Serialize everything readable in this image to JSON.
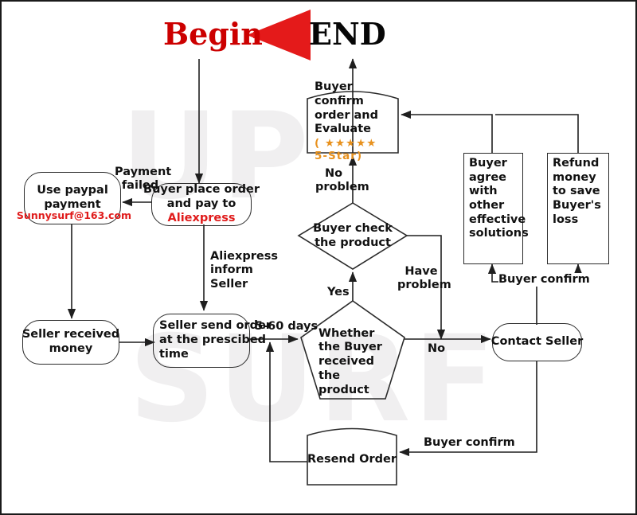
{
  "diagram": {
    "title_begin": "Begin",
    "title_end": "END",
    "watermark_top": "UP",
    "watermark_bottom": "SURF",
    "accent_red": "#e01b1b",
    "accent_orange": "#e8921f",
    "title_red": "#cc0000"
  },
  "nodes": {
    "buyer_confirm_order": {
      "line1": "Buyer confirm",
      "line2": "order and",
      "line3": "Evaluate",
      "rating": "( ★★★★★ 5-Star)",
      "shape": "arched-top"
    },
    "use_paypal": {
      "line1": "Use paypal",
      "line2": "payment",
      "email": "Sunnysurf@163.com",
      "shape": "rounded"
    },
    "buyer_place_order": {
      "line1": "Buyer place order",
      "line2": "and pay to",
      "line3": "Aliexpress",
      "shape": "rounded"
    },
    "buyer_agree": {
      "text": "Buyer agree with other effective solutions",
      "shape": "rect"
    },
    "refund_money": {
      "text": "Refund money to save Buyer's loss",
      "shape": "rect"
    },
    "buyer_check_product": {
      "line1": "Buyer check",
      "line2": "the product",
      "shape": "diamond"
    },
    "seller_received_money": {
      "line1": "Seller received",
      "line2": "money",
      "shape": "rounded"
    },
    "seller_send_order": {
      "line1": "Seller send order",
      "line2": "at the prescibed",
      "line3": "time",
      "shape": "rounded"
    },
    "whether_buyer_received": {
      "line1": "Whether",
      "line2": "the Buyer",
      "line3": "received",
      "line4": "the product",
      "shape": "pentagon"
    },
    "contact_seller": {
      "text": "Contact Seller",
      "shape": "rounded"
    },
    "resend_order": {
      "text": "Resend Order",
      "shape": "arched-top"
    }
  },
  "edge_labels": {
    "payment_failed": "Payment\nfailed",
    "aliexpress_inform_seller": "Aliexpress\ninform\nSeller",
    "no_problem": "No\nproblem",
    "have_problem": "Have\nproblem",
    "yes": "Yes",
    "no": "No",
    "days_5_60": "5-60 days",
    "buyer_confirm_top": "Buyer confirm",
    "buyer_confirm_bottom": "Buyer confirm"
  }
}
